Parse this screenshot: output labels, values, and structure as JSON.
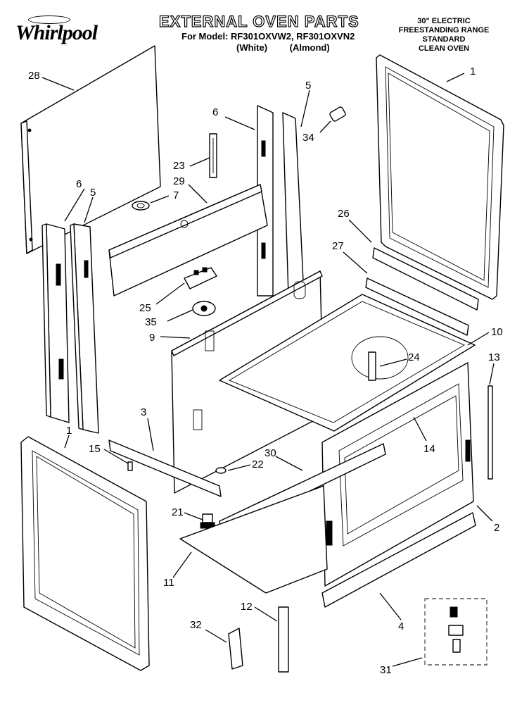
{
  "brand": {
    "logo_text": "Whirlpool"
  },
  "header": {
    "title": "EXTERNAL OVEN PARTS",
    "models_line": "For Model: RF301OXVW2, RF301OXVN2",
    "colors_line": "(White) (Almond)"
  },
  "spec": {
    "line1": "30\" ELECTRIC",
    "line2": "FREESTANDING RANGE",
    "line3": "STANDARD",
    "line4": "CLEAN OVEN"
  },
  "callouts": [
    {
      "id": "c28",
      "label": "28"
    },
    {
      "id": "c6a",
      "label": "6"
    },
    {
      "id": "c5a",
      "label": "5"
    },
    {
      "id": "c34",
      "label": "34"
    },
    {
      "id": "c1a",
      "label": "1"
    },
    {
      "id": "c23",
      "label": "23"
    },
    {
      "id": "c29",
      "label": "29"
    },
    {
      "id": "c7",
      "label": "7"
    },
    {
      "id": "c6b",
      "label": "6"
    },
    {
      "id": "c5b",
      "label": "5"
    },
    {
      "id": "c26",
      "label": "26"
    },
    {
      "id": "c27",
      "label": "27"
    },
    {
      "id": "c25",
      "label": "25"
    },
    {
      "id": "c35",
      "label": "35"
    },
    {
      "id": "c9",
      "label": "9"
    },
    {
      "id": "c10",
      "label": "10"
    },
    {
      "id": "c24",
      "label": "24"
    },
    {
      "id": "c13",
      "label": "13"
    },
    {
      "id": "c3",
      "label": "3"
    },
    {
      "id": "c14",
      "label": "14"
    },
    {
      "id": "c1b",
      "label": "1"
    },
    {
      "id": "c15",
      "label": "15"
    },
    {
      "id": "c30",
      "label": "30"
    },
    {
      "id": "c22",
      "label": "22"
    },
    {
      "id": "c21",
      "label": "21"
    },
    {
      "id": "c2",
      "label": "2"
    },
    {
      "id": "c11",
      "label": "11"
    },
    {
      "id": "c12",
      "label": "12"
    },
    {
      "id": "c4",
      "label": "4"
    },
    {
      "id": "c32",
      "label": "32"
    },
    {
      "id": "c31",
      "label": "31"
    }
  ]
}
